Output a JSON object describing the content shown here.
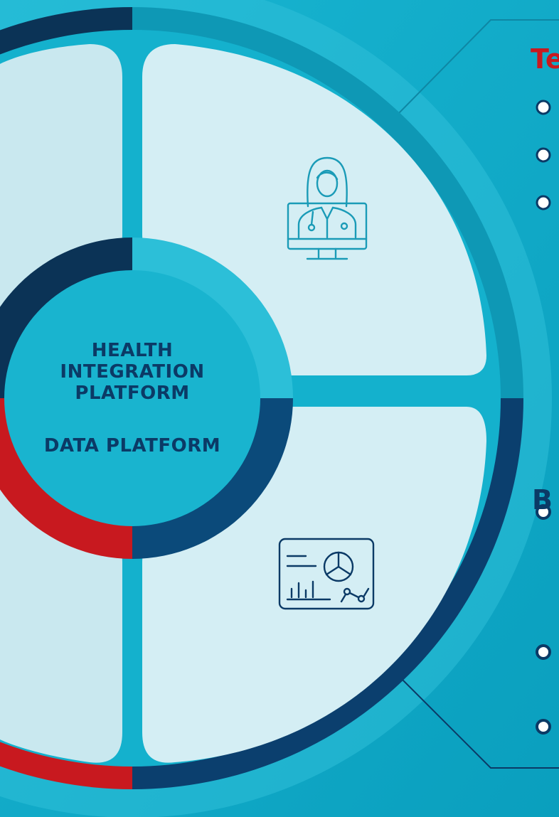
{
  "center": {
    "title": "HEALTH INTEGRATION PLATFORM",
    "subtitle": "DATA PLATFORM"
  },
  "headings": {
    "top": "Te",
    "bottom": "B"
  },
  "icons": {
    "upper": "doctor-on-monitor-icon",
    "lower": "analytics-dashboard-icon",
    "bullet": "bullet-ring-icon"
  },
  "colors": {
    "background": "#0aabc9",
    "navy": "#0b3a66",
    "red": "#c8191f",
    "segment_fill": "#d4eef4",
    "icon_stroke": "#1a9bb7",
    "icon_stroke_dark": "#0b3a66"
  }
}
